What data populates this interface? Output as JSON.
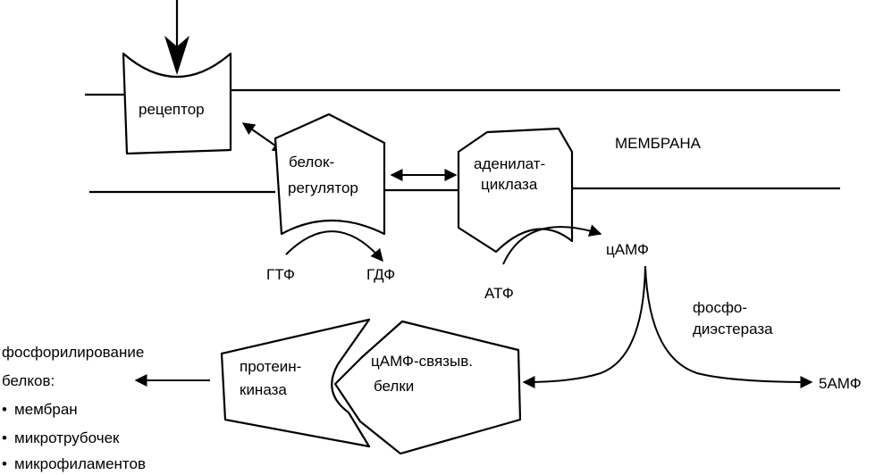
{
  "membrane_label": "МЕМБРАНА",
  "receptor": {
    "label": "рецептор"
  },
  "regulator": {
    "line1": "белок-",
    "line2": "регулятор"
  },
  "cyclase": {
    "line1": "аденилат-",
    "line2": "циклаза"
  },
  "gtp": "ГТФ",
  "gdp": "ГДФ",
  "atp": "АТФ",
  "camp": "цАМФ",
  "phosphodiesterase": {
    "line1": "фосфо-",
    "line2": "диэстераза"
  },
  "amp5": "5АМФ",
  "binding_proteins": {
    "line1": "цАМФ-связыв.",
    "line2": "белки"
  },
  "kinase": {
    "line1": "протеин-",
    "line2": "киназа"
  },
  "phosphorylation": {
    "line1": "фосфорилирование",
    "line2": "белков:",
    "items": [
      "мембран",
      "микротрубочек",
      "микрофиламентов"
    ]
  }
}
